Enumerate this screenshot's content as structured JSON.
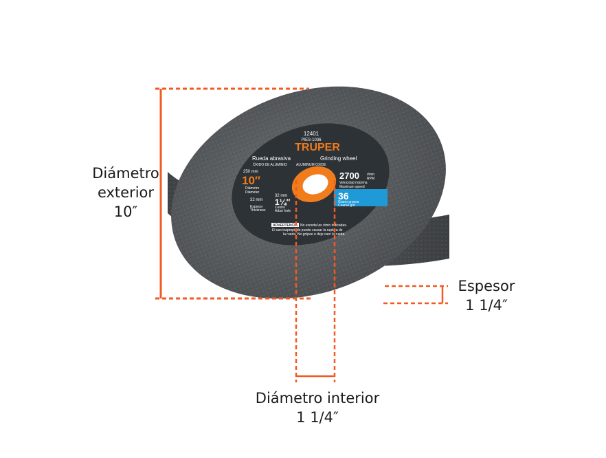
{
  "dimensions": {
    "outer_diameter": {
      "line1": "Diámetro",
      "line2": "exterior",
      "value": "10″"
    },
    "thickness": {
      "label": "Espesor",
      "value": "1 1/4″"
    },
    "inner_diameter": {
      "label": "Diámetro interior",
      "value": "1 1/4″"
    }
  },
  "wheel_label": {
    "model": "12401",
    "code": "PIES-1036",
    "brand": "TRUPER",
    "name_es": "Rueda abrasiva",
    "name_en": "Grinding wheel",
    "material_es": "ÓXIDO DE ALUMINIO",
    "material_en": "ALUMINUM OXIDE",
    "diameter_mm": "250 mm",
    "diameter_in": "10″",
    "diameter_es": "Diámetro",
    "diameter_en": "Diameter",
    "arbor_mm": "32 mm",
    "arbor_in": "1¼″",
    "arbor_es": "Centro",
    "arbor_en": "Arbor hole",
    "thickness_mm": "32 mm",
    "thickness_es": "Espesor",
    "thickness_en": "Thickness",
    "speed": "2700",
    "speed_unit1": "r/min",
    "speed_unit2": "RPM",
    "speed_es": "Velocidad máxima",
    "speed_en": "Maximum speed",
    "grit": "36",
    "grit_es": "Grano grueso",
    "grit_en": "Coarse grit",
    "warning_title": "ADVERTENCIA",
    "warning_1": "No exceda las r/min indicadas.",
    "warning_2": "El uso inapropiado puede causar la ruptura de",
    "warning_3": "la rueda. No golpee o deje caer la rueda."
  },
  "colors": {
    "dimension_line": "#f15a22",
    "label_bg": "#2d3236",
    "hub": "#f07c1c",
    "grit_badge": "#1f9ad6",
    "wheel_top": "#5b5e61",
    "wheel_side": "#4a4c4f"
  }
}
